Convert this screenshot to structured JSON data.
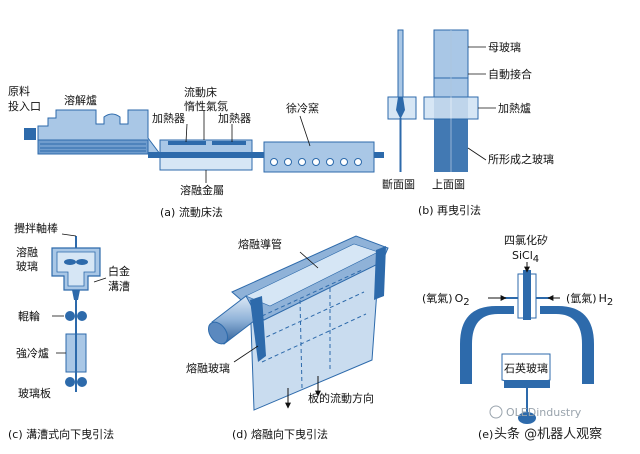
{
  "panel_a": {
    "caption": "(a) 流動床法",
    "raw_material_l1": "原料",
    "raw_material_l2": "投入口",
    "melting_furnace": "溶解爐",
    "fluid_bed_l1": "流動床",
    "fluid_bed_l2": "惰性氣氛",
    "heater_left": "加熱器",
    "heater_right": "加熱器",
    "annealing_kiln": "徐冷窯",
    "molten_metal": "溶融金屬"
  },
  "panel_b": {
    "caption": "(b) 再曳引法",
    "mother_glass": "母玻璃",
    "auto_join": "自動接合",
    "heating_furnace": "加熱爐",
    "formed_glass": "所形成之玻璃",
    "section_view": "斷面圖",
    "top_view": "上面圖"
  },
  "panel_c": {
    "caption": "(c) 溝漕式向下曳引法",
    "stirring_rod": "攪拌軸棒",
    "molten_glass_l1": "溶融",
    "molten_glass_l2": "玻璃",
    "platinum_l1": "白金",
    "platinum_l2": "溝漕",
    "roller": "輥輪",
    "strong_cooling": "強冷爐",
    "glass_sheet": "玻璃板"
  },
  "panel_d": {
    "caption": "(d) 熔融向下曳引法",
    "fusion_pipe": "熔融導管",
    "molten_glass": "熔融玻璃",
    "flow_direction": "板的流動方向"
  },
  "panel_e": {
    "caption_prefix": "(e)",
    "sicl4_l1": "四氯化矽",
    "sicl4_l2": "SiCl",
    "sicl4_sub": "4",
    "oxygen_left": "(氧氣)",
    "oxygen_formula": "O",
    "oxygen_sub": "2",
    "hydrogen_right": "(氫氣)",
    "hydrogen_formula": "H",
    "hydrogen_sub": "2",
    "quartz_glass": "石英玻璃"
  },
  "watermark": {
    "line1": "OLEDindustry",
    "line2": "头条 @机器人观察"
  },
  "colors": {
    "blue": "#2d6aab",
    "light_blue": "#a9c7e6",
    "pale_blue": "#d6e6f5",
    "panel_fill": "#c9dcef"
  }
}
